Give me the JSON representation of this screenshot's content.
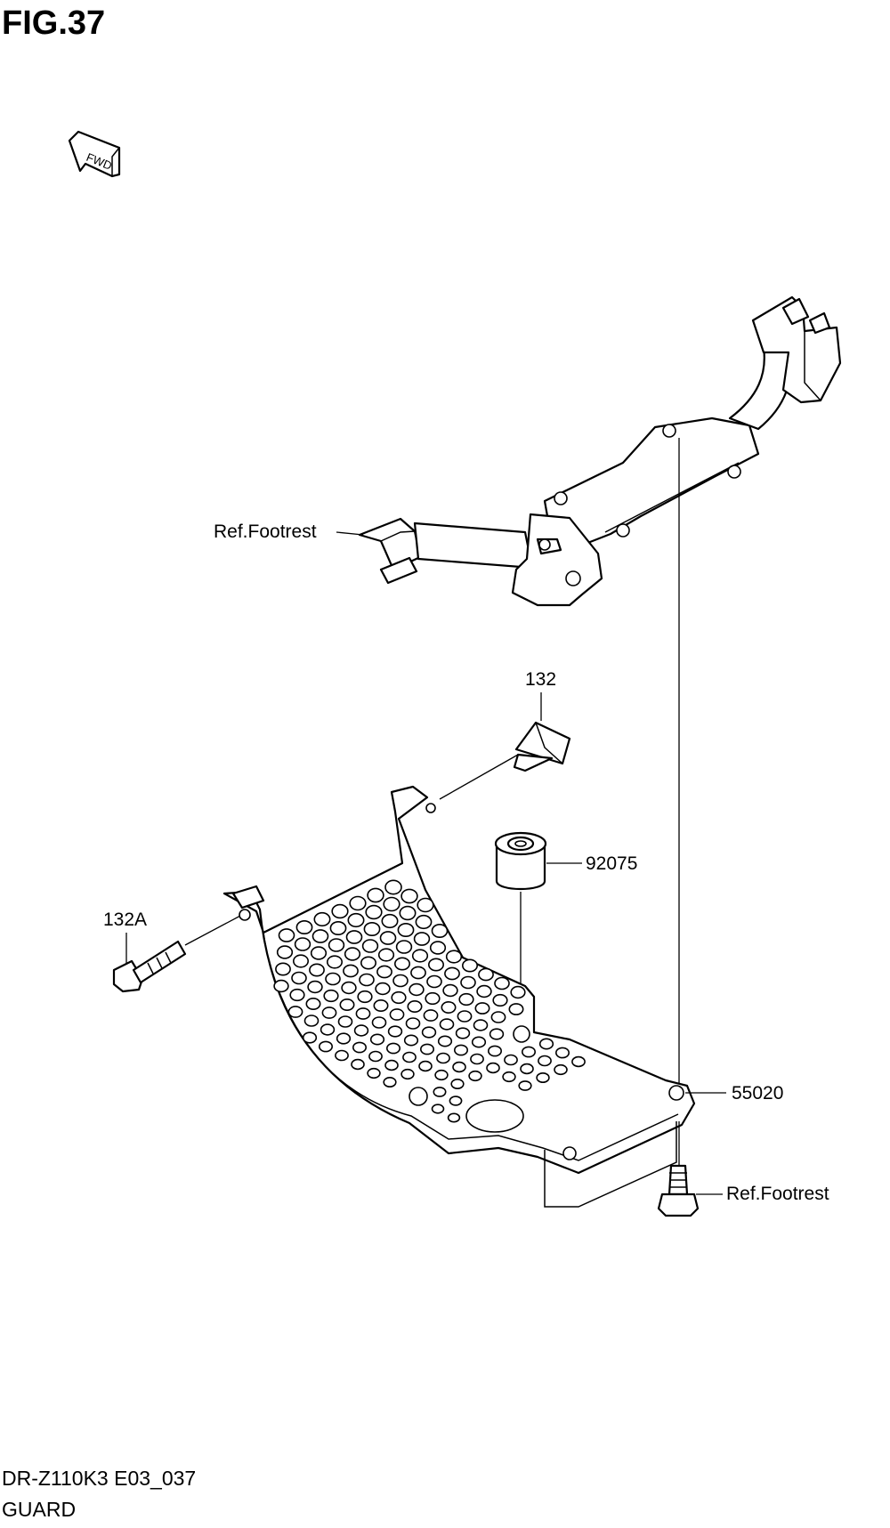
{
  "figure": {
    "title": "FIG.37"
  },
  "fwd_label": "FWD",
  "callouts": {
    "ref_footrest_top": "Ref.Footrest",
    "bolt_132": "132",
    "collar_92075": "92075",
    "bolt_132a": "132A",
    "guard_55020": "55020",
    "ref_footrest_bottom": "Ref.Footrest"
  },
  "footer": {
    "model_code": "DR-Z110K3 E03_037",
    "section_name": "GUARD"
  }
}
